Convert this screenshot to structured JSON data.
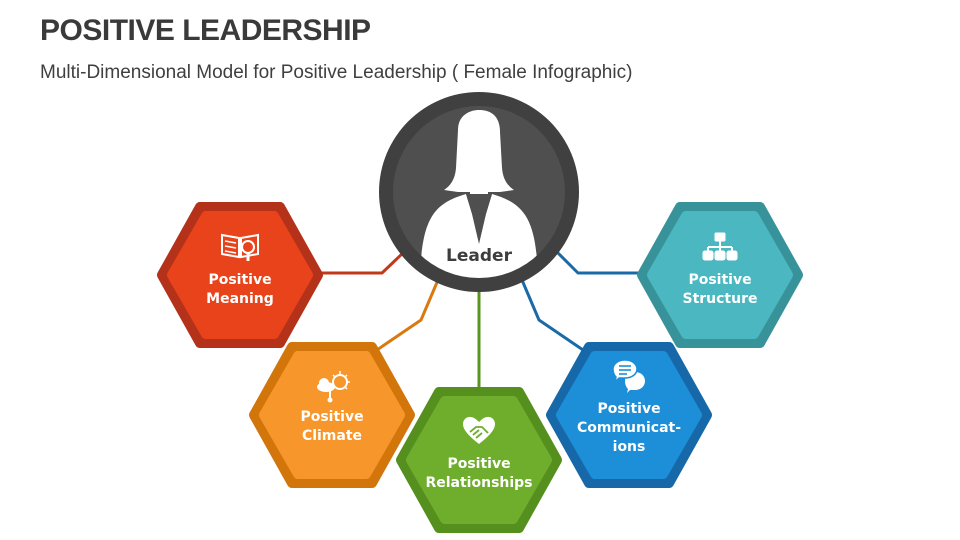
{
  "header": {
    "title": "POSITIVE LEADERSHIP",
    "subtitle": "Multi-Dimensional Model for Positive Leadership ( Female Infographic)"
  },
  "center": {
    "label": "Leader",
    "icon": "female-person-icon",
    "colors": {
      "ring": "#404040",
      "inner": "#4f4f4f",
      "figure": "#ffffff"
    }
  },
  "nodes": [
    {
      "id": "meaning",
      "line1": "Positive",
      "line2": "Meaning",
      "line3": "",
      "icon": "book-magnifier-icon",
      "fill": "#e8431a",
      "border": "#b5321a",
      "connector": "#c0391b"
    },
    {
      "id": "climate",
      "line1": "Positive",
      "line2": "Climate",
      "line3": "",
      "icon": "weather-thermometer-icon",
      "fill": "#f7962a",
      "border": "#d2760c",
      "connector": "#d97a10"
    },
    {
      "id": "relationships",
      "line1": "Positive",
      "line2": "Relationships",
      "line3": "",
      "icon": "heart-handshake-icon",
      "fill": "#6fae2c",
      "border": "#55901e",
      "connector": "#5a9421"
    },
    {
      "id": "communications",
      "line1": "Positive",
      "line2": "Communicat-",
      "line3": "ions",
      "icon": "chat-bubbles-icon",
      "fill": "#1d8fd8",
      "border": "#1668a8",
      "connector": "#1a6aa8"
    },
    {
      "id": "structure",
      "line1": "Positive",
      "line2": "Structure",
      "line3": "",
      "icon": "org-chart-icon",
      "fill": "#4ab7c1",
      "border": "#37929a",
      "connector": "#1a6aa8"
    }
  ]
}
